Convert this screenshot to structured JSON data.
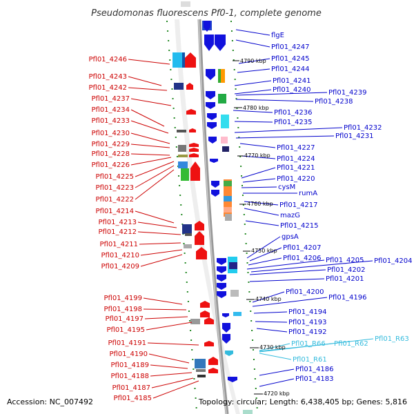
{
  "title": "Pseudomonas fluorescens Pf0-1, complete genome",
  "accession": "Accession: NC_007492",
  "summary": "Topology: circular; Length: 6,438,405 bp; Genes: 5,816",
  "colors": {
    "reverse_strand": "#cc0000",
    "forward_strand": "#0000cc",
    "rna": "#33bbdd",
    "backbone": "#999999",
    "tick": "#228822"
  },
  "scale_marks": [
    "4790 kbp",
    "4780 kbp",
    "4770 kbp",
    "4760 kbp",
    "4750 kbp",
    "4740 kbp",
    "4730 kbp",
    "4720 kbp"
  ],
  "left_genes": [
    "Pfl01_4246",
    "Pfl01_4243",
    "Pfl01_4242",
    "Pfl01_4237",
    "Pfl01_4234",
    "Pfl01_4233",
    "Pfl01_4230",
    "Pfl01_4229",
    "Pfl01_4228",
    "Pfl01_4226",
    "Pfl01_4225",
    "Pfl01_4223",
    "Pfl01_4222",
    "Pfl01_4214",
    "Pfl01_4213",
    "Pfl01_4212",
    "Pfl01_4211",
    "Pfl01_4210",
    "Pfl01_4209",
    "Pfl01_4199",
    "Pfl01_4198",
    "Pfl01_4197",
    "Pfl01_4195",
    "Pfl01_4191",
    "Pfl01_4190",
    "Pfl01_4189",
    "Pfl01_4188",
    "Pfl01_4187",
    "Pfl01_4185"
  ],
  "right_genes": [
    "flgE",
    "Pfl01_4247",
    "Pfl01_4245",
    "Pfl01_4244",
    "Pfl01_4241",
    "Pfl01_4240",
    "Pfl01_4239",
    "Pfl01_4238",
    "Pfl01_4236",
    "Pfl01_4235",
    "Pfl01_4232",
    "Pfl01_4231",
    "Pfl01_4227",
    "Pfl01_4224",
    "Pfl01_4221",
    "Pfl01_4220",
    "cysM",
    "rumA",
    "Pfl01_4217",
    "mazG",
    "Pfl01_4215",
    "gpsA",
    "Pfl01_4207",
    "Pfl01_4206",
    "Pfl01_4205",
    "Pfl01_4204",
    "Pfl01_4202",
    "Pfl01_4201",
    "Pfl01_4200",
    "Pfl01_4196",
    "Pfl01_4194",
    "Pfl01_4193",
    "Pfl01_4192",
    "Pfl01_4186",
    "Pfl01_4183"
  ],
  "rna_genes": [
    "Pfl01_R66",
    "Pfl01_R62",
    "Pfl01_R63",
    "Pfl01_R61"
  ]
}
